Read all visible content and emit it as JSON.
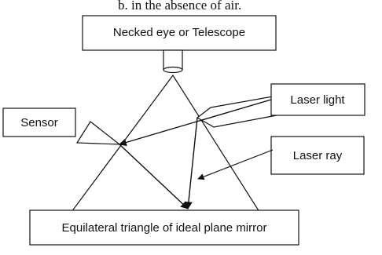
{
  "header_fragment": "b.          in the absence of air.",
  "labels": {
    "observer": "Necked eye or Telescope",
    "laser_light": "Laser light",
    "sensor": "Sensor",
    "laser_ray": "Laser ray",
    "triangle": "Equilateral triangle of ideal plane mirror"
  },
  "colors": {
    "stroke": "#111111",
    "background": "#ffffff"
  }
}
